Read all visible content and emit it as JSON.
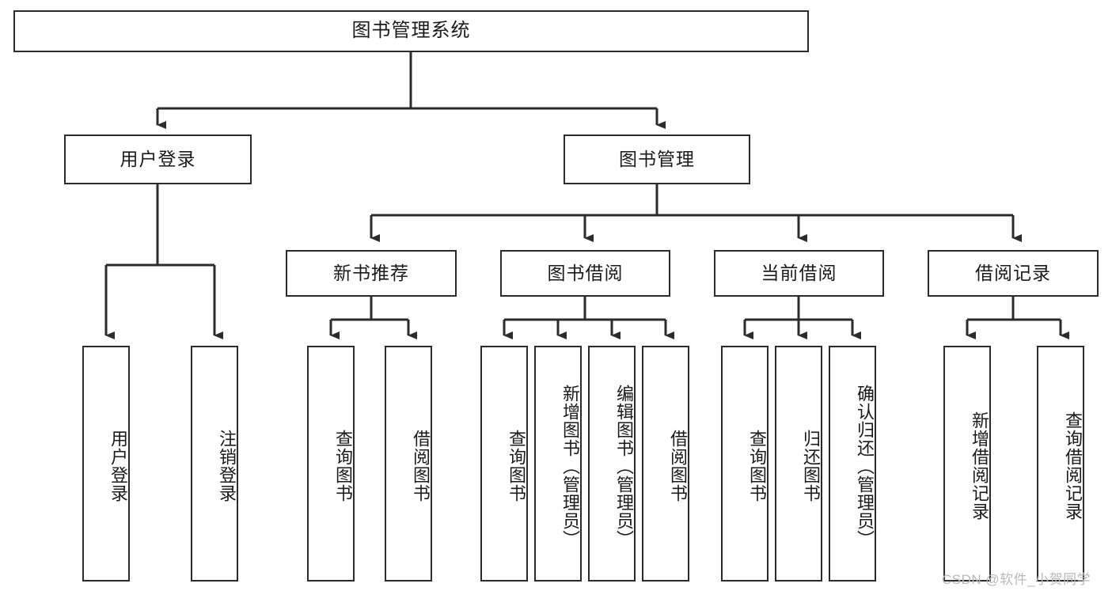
{
  "diagram": {
    "type": "tree",
    "title": "图书管理系统",
    "orientation": "top-down",
    "colors": {
      "stroke": "#2b2b2b",
      "fill": "#ffffff",
      "text": "#1a1a1a",
      "watermark": "#b9b9b9"
    },
    "levels": {
      "root": {
        "label": "图书管理系统"
      },
      "level2": [
        {
          "label": "用户登录"
        },
        {
          "label": "图书管理"
        }
      ],
      "level3": [
        {
          "label": "新书推荐"
        },
        {
          "label": "图书借阅"
        },
        {
          "label": "当前借阅"
        },
        {
          "label": "借阅记录"
        }
      ],
      "leaves": [
        {
          "label": "用户登录",
          "parent": "用户登录"
        },
        {
          "label": "注销登录",
          "parent": "用户登录"
        },
        {
          "label": "查询图书",
          "parent": "新书推荐"
        },
        {
          "label": "借阅图书",
          "parent": "新书推荐"
        },
        {
          "label": "查询图书",
          "parent": "图书借阅"
        },
        {
          "label": "新增图书（管理员）",
          "parent": "图书借阅"
        },
        {
          "label": "编辑图书（管理员）",
          "parent": "图书借阅"
        },
        {
          "label": "借阅图书",
          "parent": "图书借阅"
        },
        {
          "label": "查询图书",
          "parent": "当前借阅"
        },
        {
          "label": "归还图书",
          "parent": "当前借阅"
        },
        {
          "label": "确认归还（管理员）",
          "parent": "当前借阅"
        },
        {
          "label": "新增借阅记录",
          "parent": "借阅记录"
        },
        {
          "label": "查询借阅记录",
          "parent": "借阅记录"
        }
      ]
    },
    "watermark": "CSDN @软件_小贺同学"
  }
}
